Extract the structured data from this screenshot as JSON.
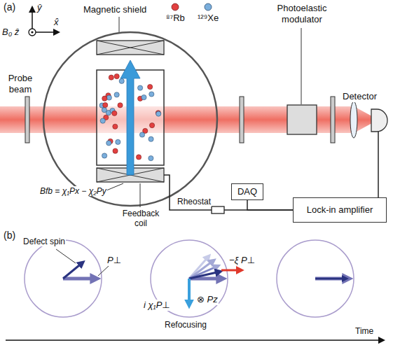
{
  "diagram": {
    "nodes": [
      {
        "text": [
          "DAQ"
        ]
      },
      {
        "text": [
          "Lock-in amplifier"
        ]
      }
    ],
    "edges": [
      {
        "from": 0,
        "to": 1,
        "arrow": "none"
      }
    ],
    "labels": [
      "(a)",
      "ŷ",
      "x̂",
      "B₀ ẑ",
      "Magnetic shield",
      "⁸⁷Rb",
      "¹²⁹Xe",
      "Photoelastic modulator",
      "Probe beam",
      "Detector",
      "Bfb = χ₁Px − χ₂Py",
      "Feedback coil",
      "Rheostat",
      "(b)",
      "Defect spin",
      "P⊥",
      "−ξ P⊥",
      "i χ₁P⊥",
      "⊗ Pz",
      "Refocusing",
      "Time"
    ]
  }
}
